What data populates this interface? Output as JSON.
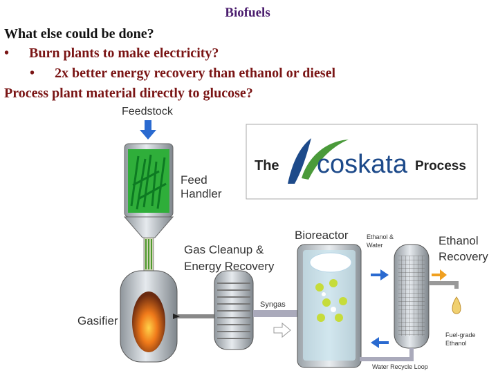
{
  "title": "Biofuels",
  "bullets": {
    "line1": "What else could be done?",
    "line2_bullet": "•",
    "line2": "Burn plants to make electricity?",
    "line3_bullet": "•",
    "line3": "2x better energy recovery than ethanol or diesel",
    "line4": "Process plant material directly to glucose?"
  },
  "diagram": {
    "feedstock_label": "Feedstock",
    "feed_handler_line1": "Feed",
    "feed_handler_line2": "Handler",
    "gas_cleanup_line1": "Gas Cleanup &",
    "gas_cleanup_line2": "Energy Recovery",
    "gasifier_label": "Gasifier",
    "syngas_label": "Syngas",
    "bioreactor_label": "Bioreactor",
    "ethanol_water_line1": "Ethanol &",
    "ethanol_water_line2": "Water",
    "ethanol_recovery_line1": "Ethanol",
    "ethanol_recovery_line2": "Recovery",
    "fuel_grade_line1": "Fuel-grade",
    "fuel_grade_line2": "Ethanol",
    "water_recycle_label": "Water Recycle Loop",
    "logo_the": "The",
    "logo_coskata": "coskata",
    "logo_process": "Process"
  },
  "colors": {
    "title": "#4b1d6e",
    "bullet_text": "#7a1515",
    "logo_green": "#4a9a3a",
    "logo_blue": "#1d4a8a",
    "arrow_blue": "#2a6ad0"
  }
}
